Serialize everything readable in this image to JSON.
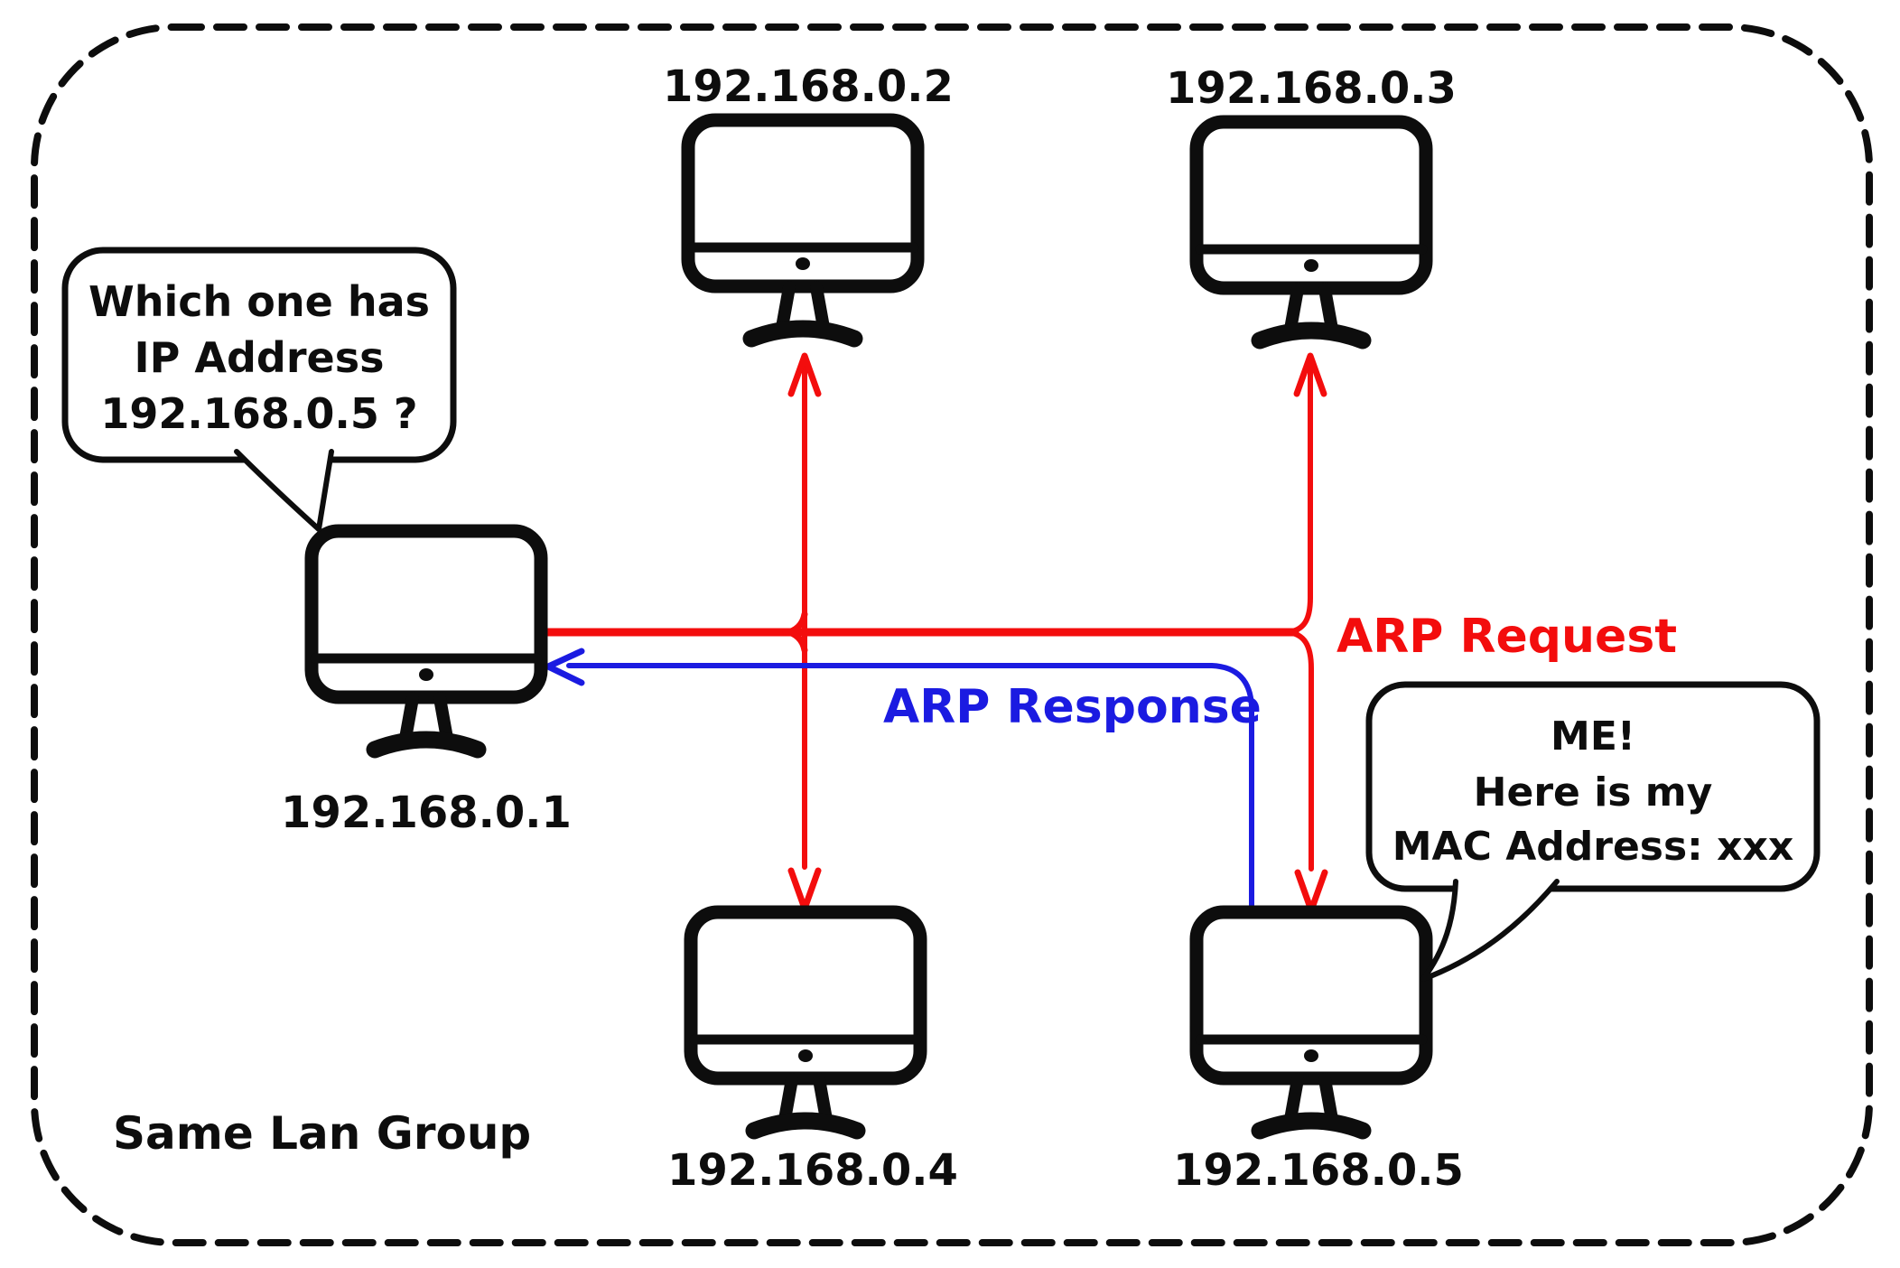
{
  "diagram": {
    "lan_label": "Same Lan Group",
    "arp_request_label": "ARP Request",
    "arp_response_label": "ARP Response",
    "colors": {
      "request_red": "#f30d0d",
      "response_blue": "#1b1be1",
      "ink_black": "#0d0d0d",
      "background": "#ffffff"
    },
    "computers": [
      {
        "name": "pc-1",
        "ip": "192.168.0.1"
      },
      {
        "name": "pc-2",
        "ip": "192.168.0.2"
      },
      {
        "name": "pc-3",
        "ip": "192.168.0.3"
      },
      {
        "name": "pc-4",
        "ip": "192.168.0.4"
      },
      {
        "name": "pc-5",
        "ip": "192.168.0.5"
      }
    ],
    "speech_bubbles": [
      {
        "speaker_ip": "192.168.0.1",
        "lines": [
          "Which one has",
          "IP Address",
          "192.168.0.5 ?"
        ]
      },
      {
        "speaker_ip": "192.168.0.5",
        "lines": [
          "ME!",
          "Here is my",
          "MAC Address: xxx"
        ]
      }
    ]
  }
}
